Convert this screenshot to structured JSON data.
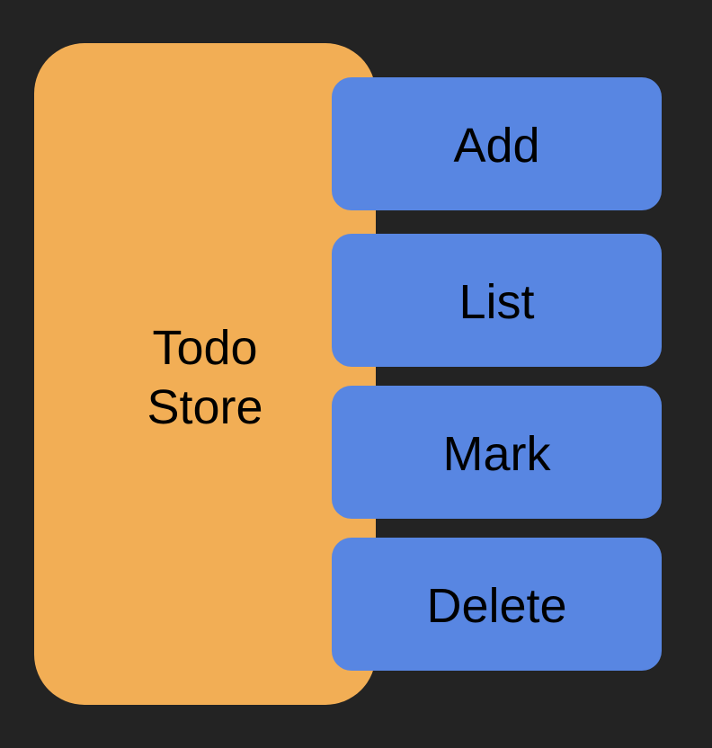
{
  "store": {
    "title_line1": "Todo",
    "title_line2": "Store",
    "color": "#F2AE55"
  },
  "operations": [
    {
      "label": "Add"
    },
    {
      "label": "List"
    },
    {
      "label": "Mark"
    },
    {
      "label": "Delete"
    }
  ],
  "colors": {
    "background": "#232323",
    "operation": "#5886E2",
    "text": "#000000"
  }
}
